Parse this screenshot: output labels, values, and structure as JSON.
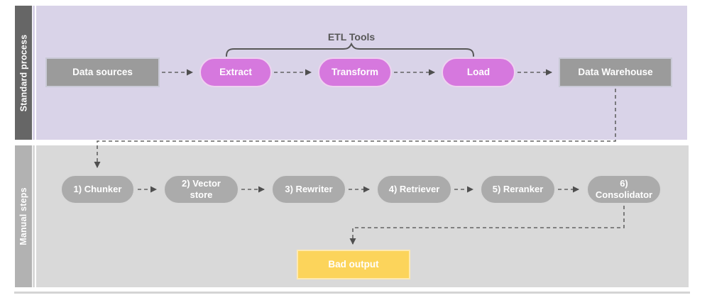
{
  "lanes": {
    "standard": {
      "label": "Standard process"
    },
    "manual": {
      "label": "Manual steps"
    }
  },
  "annotation": {
    "etl_tools": "ETL Tools"
  },
  "nodes": {
    "data_sources": {
      "label": "Data sources"
    },
    "extract": {
      "label": "Extract"
    },
    "transform": {
      "label": "Transform"
    },
    "load": {
      "label": "Load"
    },
    "data_warehouse": {
      "label": "Data Warehouse"
    },
    "chunker": {
      "label": "1) Chunker"
    },
    "vector_store": {
      "label": "2) Vector\nstore"
    },
    "rewriter": {
      "label": "3) Rewriter"
    },
    "retriever": {
      "label": "4) Retriever"
    },
    "reranker": {
      "label": "5) Reranker"
    },
    "consolidator": {
      "label": "6)\nConsolidator"
    },
    "bad_output": {
      "label": "Bad output"
    }
  },
  "colors": {
    "standard_lane_bg": "#d9d3e8",
    "standard_lane_label_bg": "#666666",
    "manual_lane_bg": "#d9d9d9",
    "manual_lane_label_bg": "#b2b2b2",
    "gray_box": "#9b9b9b",
    "pink_pill": "#d678de",
    "gray_pill": "#ababab",
    "warning_box": "#fcd45b",
    "connector": "#636363",
    "node_text": "#ffffff"
  }
}
